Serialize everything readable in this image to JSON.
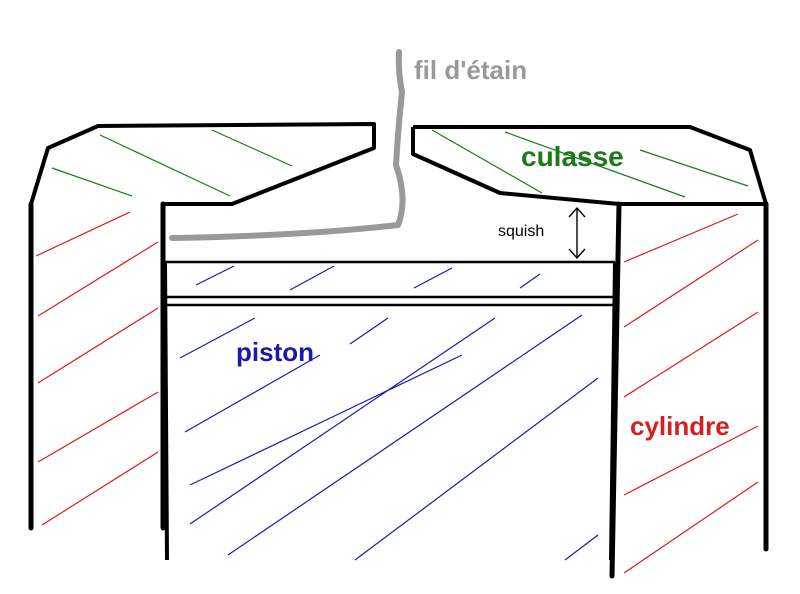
{
  "labels": {
    "solder_wire": "fil d'étain",
    "cylinder_head": "culasse",
    "squish": "squish",
    "piston": "piston",
    "cylinder": "cylindre"
  },
  "colors": {
    "solder_wire": "#999999",
    "cylinder_head": "#1a7a1a",
    "piston": "#1a1aaa",
    "cylinder": "#d42020",
    "outline": "#000000",
    "background": "#ffffff"
  }
}
